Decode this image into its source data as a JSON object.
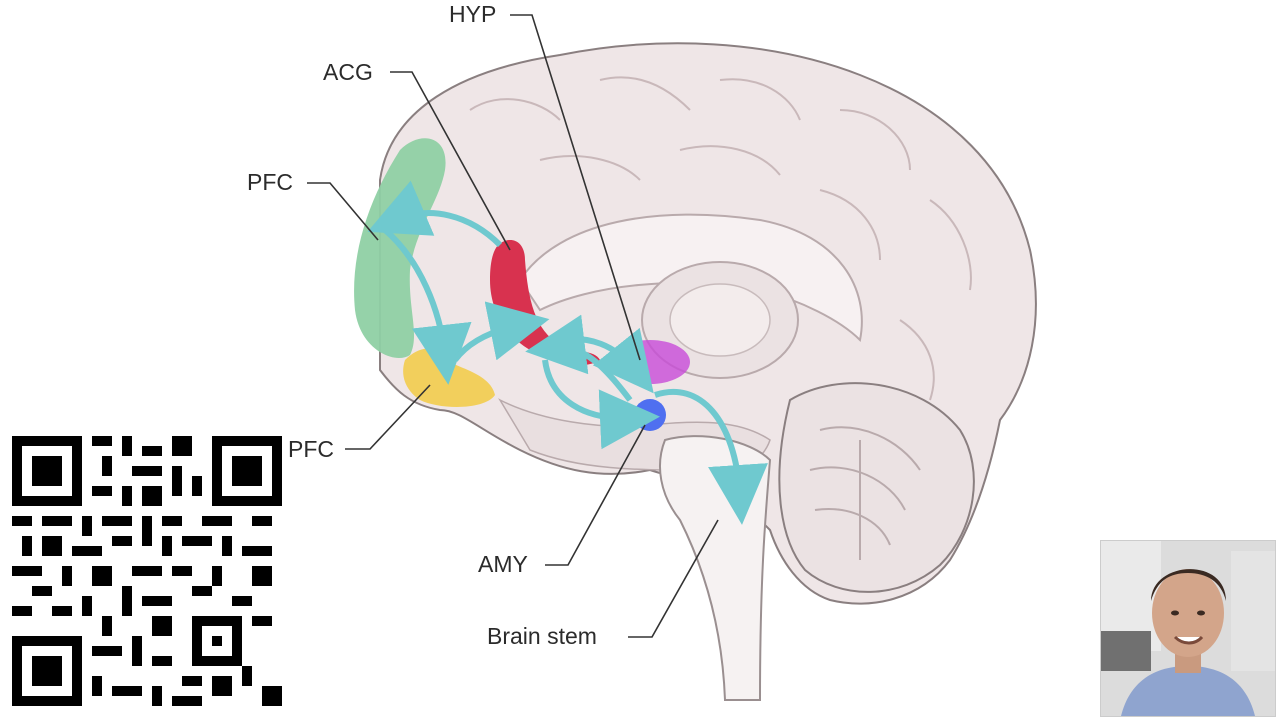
{
  "labels": {
    "hyp": "HYP",
    "acg": "ACG",
    "pfc": "PFC",
    "pfc_lower": "PFC",
    "amy": "AMY",
    "brain_stem": "Brain stem"
  },
  "colors": {
    "pfc": "#8fd0a4",
    "ofc": "#f2cf5c",
    "acg": "#d8324f",
    "hyp": "#c84bd8",
    "amy": "#4f6ff0",
    "arrows": "#6fc9cf",
    "brain": "#efe6e7",
    "brain_outline": "#8a7f80"
  },
  "icons": {
    "qr": "qr-code-icon",
    "webcam": "presenter-webcam-icon"
  }
}
